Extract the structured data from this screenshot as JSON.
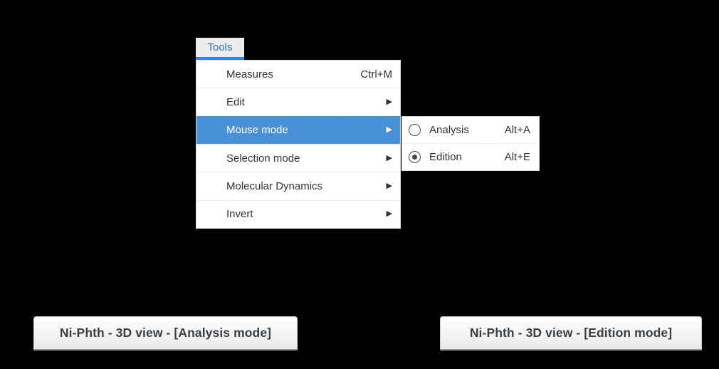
{
  "menubar": {
    "tools_label": "Tools"
  },
  "menu": {
    "items": [
      {
        "label": "Measures",
        "accel": "Ctrl+M",
        "has_submenu": false,
        "highlighted": false
      },
      {
        "label": "Edit",
        "accel": "",
        "has_submenu": true,
        "highlighted": false
      },
      {
        "label": "Mouse mode",
        "accel": "",
        "has_submenu": true,
        "highlighted": true
      },
      {
        "label": "Selection mode",
        "accel": "",
        "has_submenu": true,
        "highlighted": false
      },
      {
        "label": "Molecular Dynamics",
        "accel": "",
        "has_submenu": true,
        "highlighted": false
      },
      {
        "label": "Invert",
        "accel": "",
        "has_submenu": true,
        "highlighted": false
      }
    ]
  },
  "submenu": {
    "items": [
      {
        "label": "Analysis",
        "accel": "Alt+A",
        "selected": false
      },
      {
        "label": "Edition",
        "accel": "Alt+E",
        "selected": true
      }
    ]
  },
  "windows": [
    {
      "title": "Ni-Phth - 3D view - [Analysis mode]"
    },
    {
      "title": "Ni-Phth - 3D view - [Edition mode]"
    }
  ],
  "icons": {
    "submenu_arrow": "▶"
  },
  "colors": {
    "background": "#000000",
    "menu_background": "#ffffff",
    "highlight_blue": "#4a90d9",
    "accent_underline_blue": "#3584e4",
    "menubar_button_background": "#ececec",
    "menubar_text_blue": "#2b74c8",
    "menu_text": "#2e3436",
    "separator": "#e9e9e9",
    "titlebar_text": "#3a3f44"
  }
}
